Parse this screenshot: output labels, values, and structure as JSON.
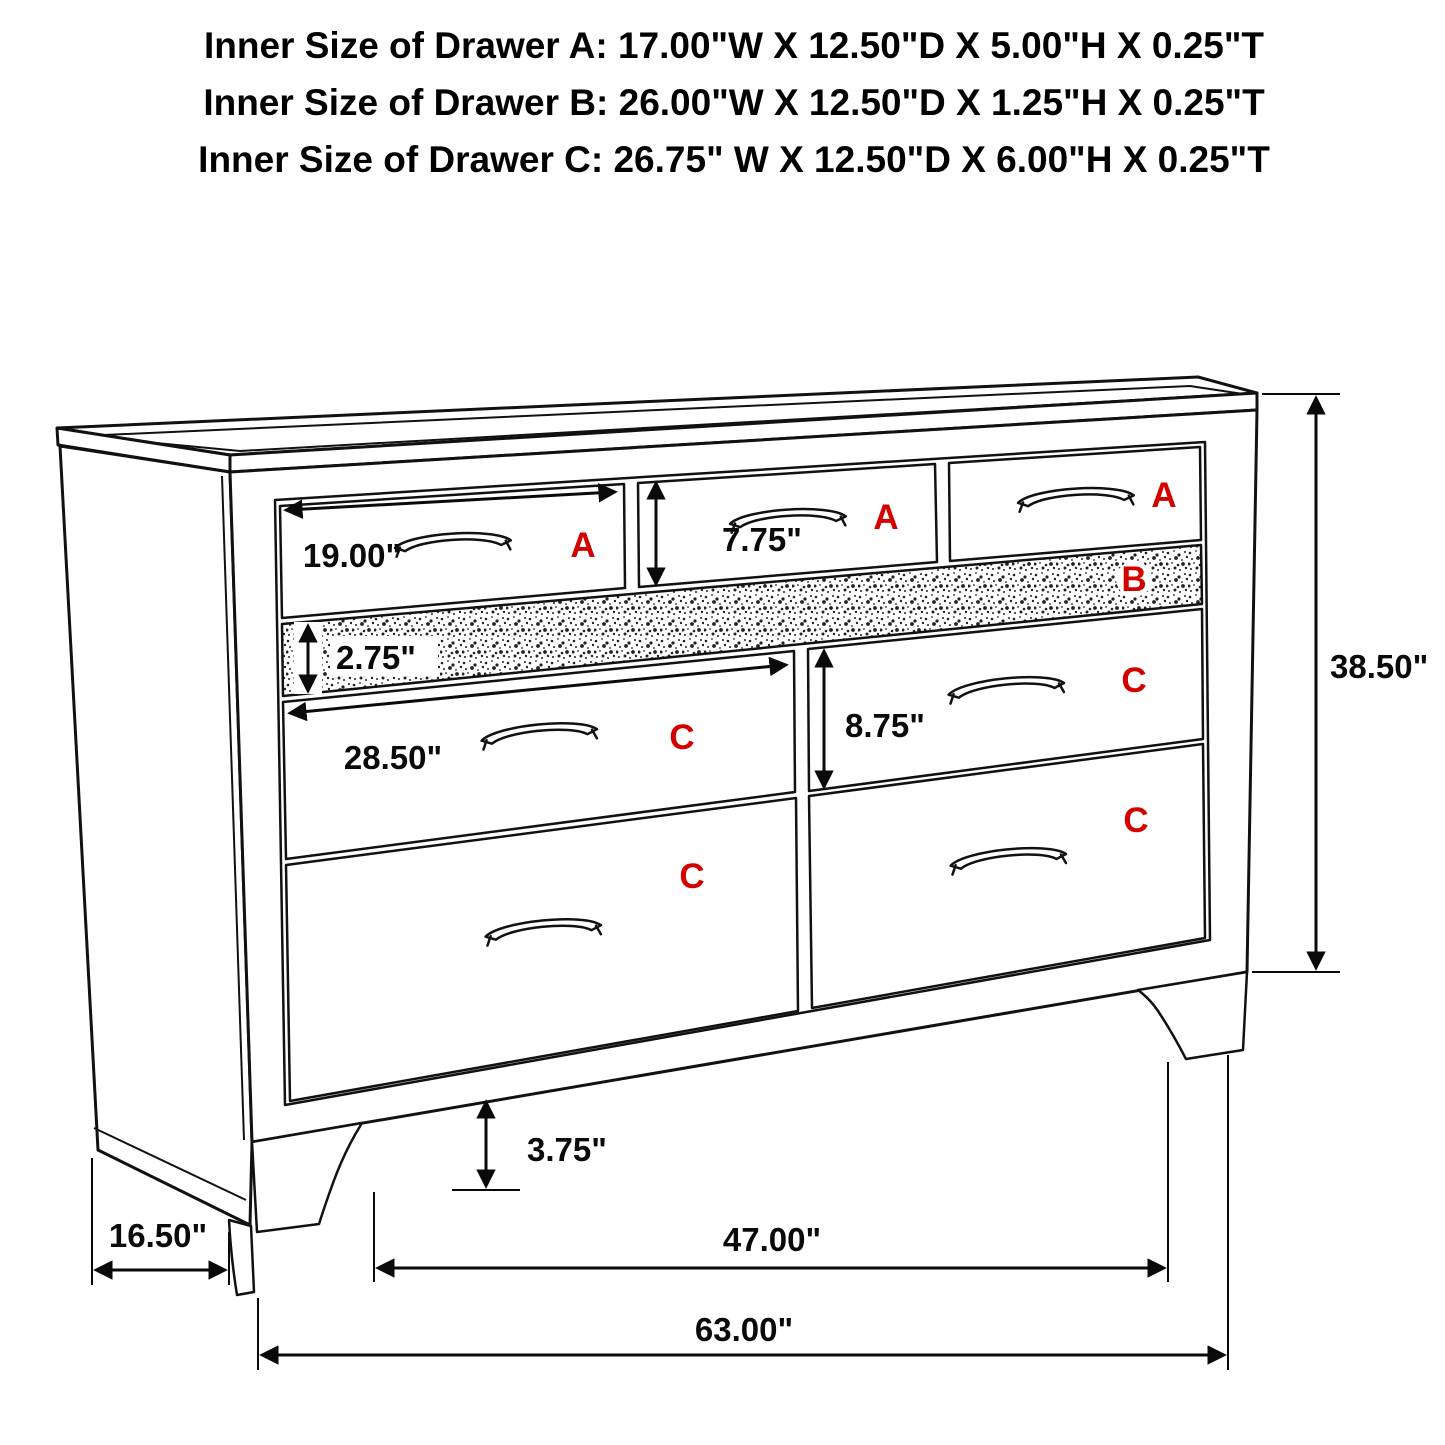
{
  "title_block": {
    "line1": "Inner Size of Drawer A: 17.00\"W X 12.50\"D X 5.00\"H X 0.25\"T",
    "line2": "Inner Size of Drawer B: 26.00\"W X 12.50\"D X 1.25\"H X 0.25\"T",
    "line3": "Inner Size of Drawer C: 26.75\" W X 12.50\"D X 6.00\"H X 0.25\"T"
  },
  "drawer_labels": {
    "a1": "A",
    "a2": "A",
    "a3": "A",
    "b": "B",
    "c_top_left": "C",
    "c_top_right": "C",
    "c_bottom_left": "C",
    "c_bottom_right": "C"
  },
  "dimensions": {
    "drawer_a_width": "19.00\"",
    "drawer_a_height": "7.75\"",
    "band_height": "2.75\"",
    "drawer_c_width": "28.50\"",
    "drawer_c_height": "8.75\"",
    "total_height": "38.50\"",
    "foot_height": "3.75\"",
    "depth": "16.50\"",
    "feet_span": "47.00\"",
    "total_width": "63.00\""
  },
  "colors": {
    "label_red": "#d40000",
    "line": "#111111"
  }
}
